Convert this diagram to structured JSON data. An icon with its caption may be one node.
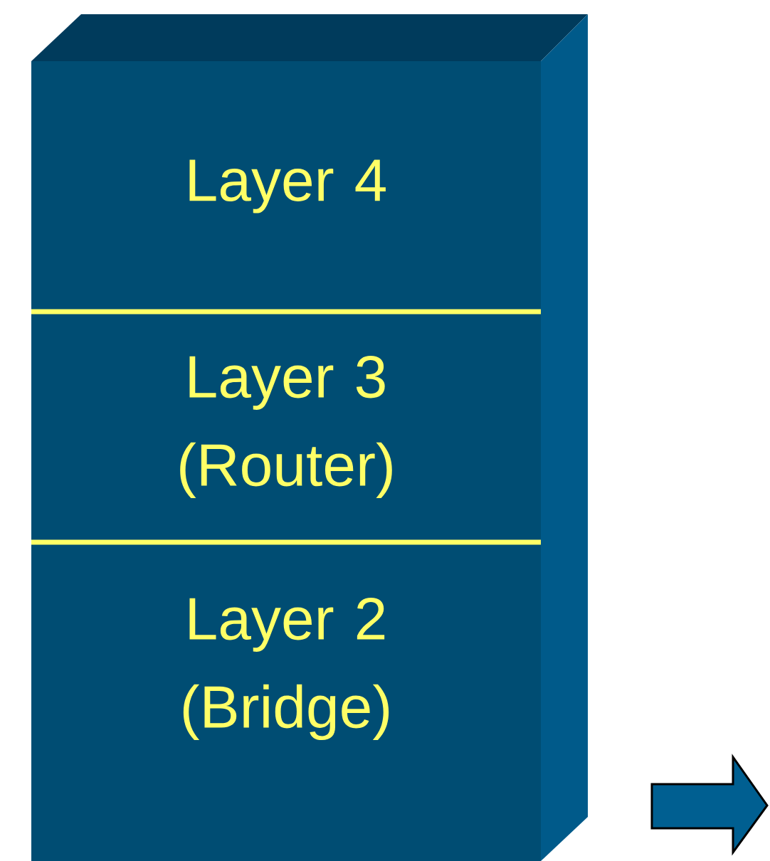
{
  "diagram": {
    "nodes": [
      {
        "text": [
          "Layer 4"
        ]
      },
      {
        "text": [
          "Layer 3 (Router)"
        ]
      },
      {
        "text": [
          "Layer 2 (Bridge)"
        ]
      }
    ]
  }
}
